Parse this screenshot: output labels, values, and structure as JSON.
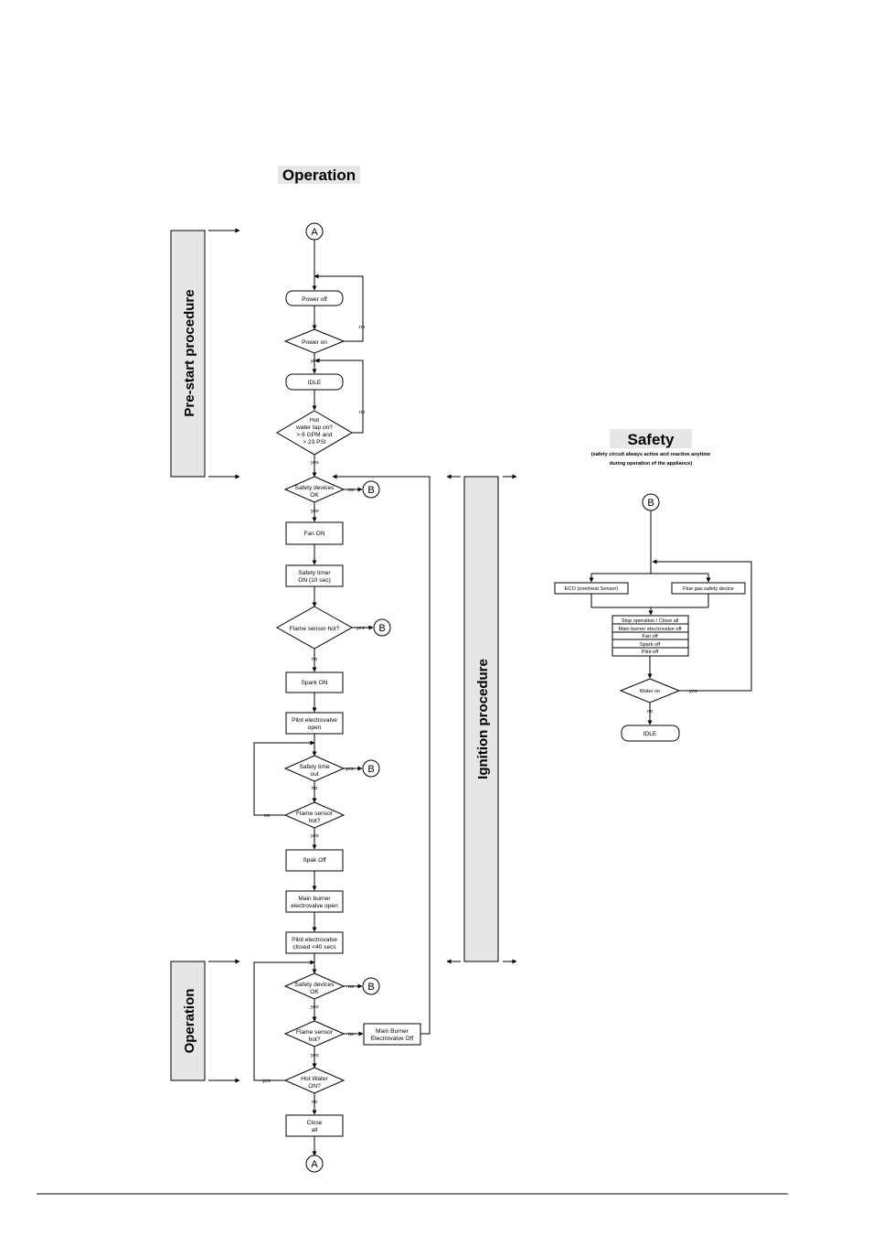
{
  "title": "Operation",
  "safety": {
    "title": "Safety",
    "subtitle_line1": "(safety circuit always active and reactive anytime",
    "subtitle_line2": "during operation of the appliance)"
  },
  "bands": {
    "prestart": "Pre-start procedure",
    "ignition": "Ignition procedure",
    "operation": "Operation"
  },
  "connectors": {
    "a": "A",
    "b": "B"
  },
  "nodes": {
    "power_off": "Power off",
    "power_on": "Power on",
    "idle": "IDLE",
    "hot_water_tap": [
      "Hot",
      "water tap on?",
      ">.6 GPM and",
      "> 23 PSI"
    ],
    "safety_devices_1": [
      "Safety devices",
      "OK"
    ],
    "fan_on": "Fan ON",
    "safety_timer": [
      "Safety timer",
      "ON (10 sec)"
    ],
    "flame_sensor_hot_1": "Flame sensor hot?",
    "spark_on": "Spark ON",
    "pilot_open": [
      "Pilot electrovalve",
      "open"
    ],
    "safety_time_out": [
      "Safety time",
      "out"
    ],
    "flame_sensor_hot_2": [
      "Flame sensor",
      "hot?"
    ],
    "spark_off": "Spak Off",
    "main_burner_open": [
      "Main burner",
      "electrovalve open"
    ],
    "pilot_closed": [
      "Pilot electrovalve",
      "closed <40 secs"
    ],
    "safety_devices_2": [
      "Safety devices",
      "OK"
    ],
    "flame_sensor_hot_3": [
      "Flame sensor",
      "hot?"
    ],
    "main_burner_off": [
      "Main Burner",
      "Electrovalve Off"
    ],
    "hot_water_on": [
      "Hot Water",
      "ON?"
    ],
    "close_all": [
      "Close",
      "all"
    ],
    "eco": "ECO (overheat Sensor)",
    "flue_gas": "Flue gas safety device",
    "stop_list": [
      "Stop operation / Close all",
      "Main burner electrovalve off",
      "Fan off",
      "Spark off",
      "Pilot off"
    ],
    "water_on": "Water on",
    "safety_idle": "IDLE"
  },
  "labels": {
    "yes": "yes",
    "no": "no"
  }
}
